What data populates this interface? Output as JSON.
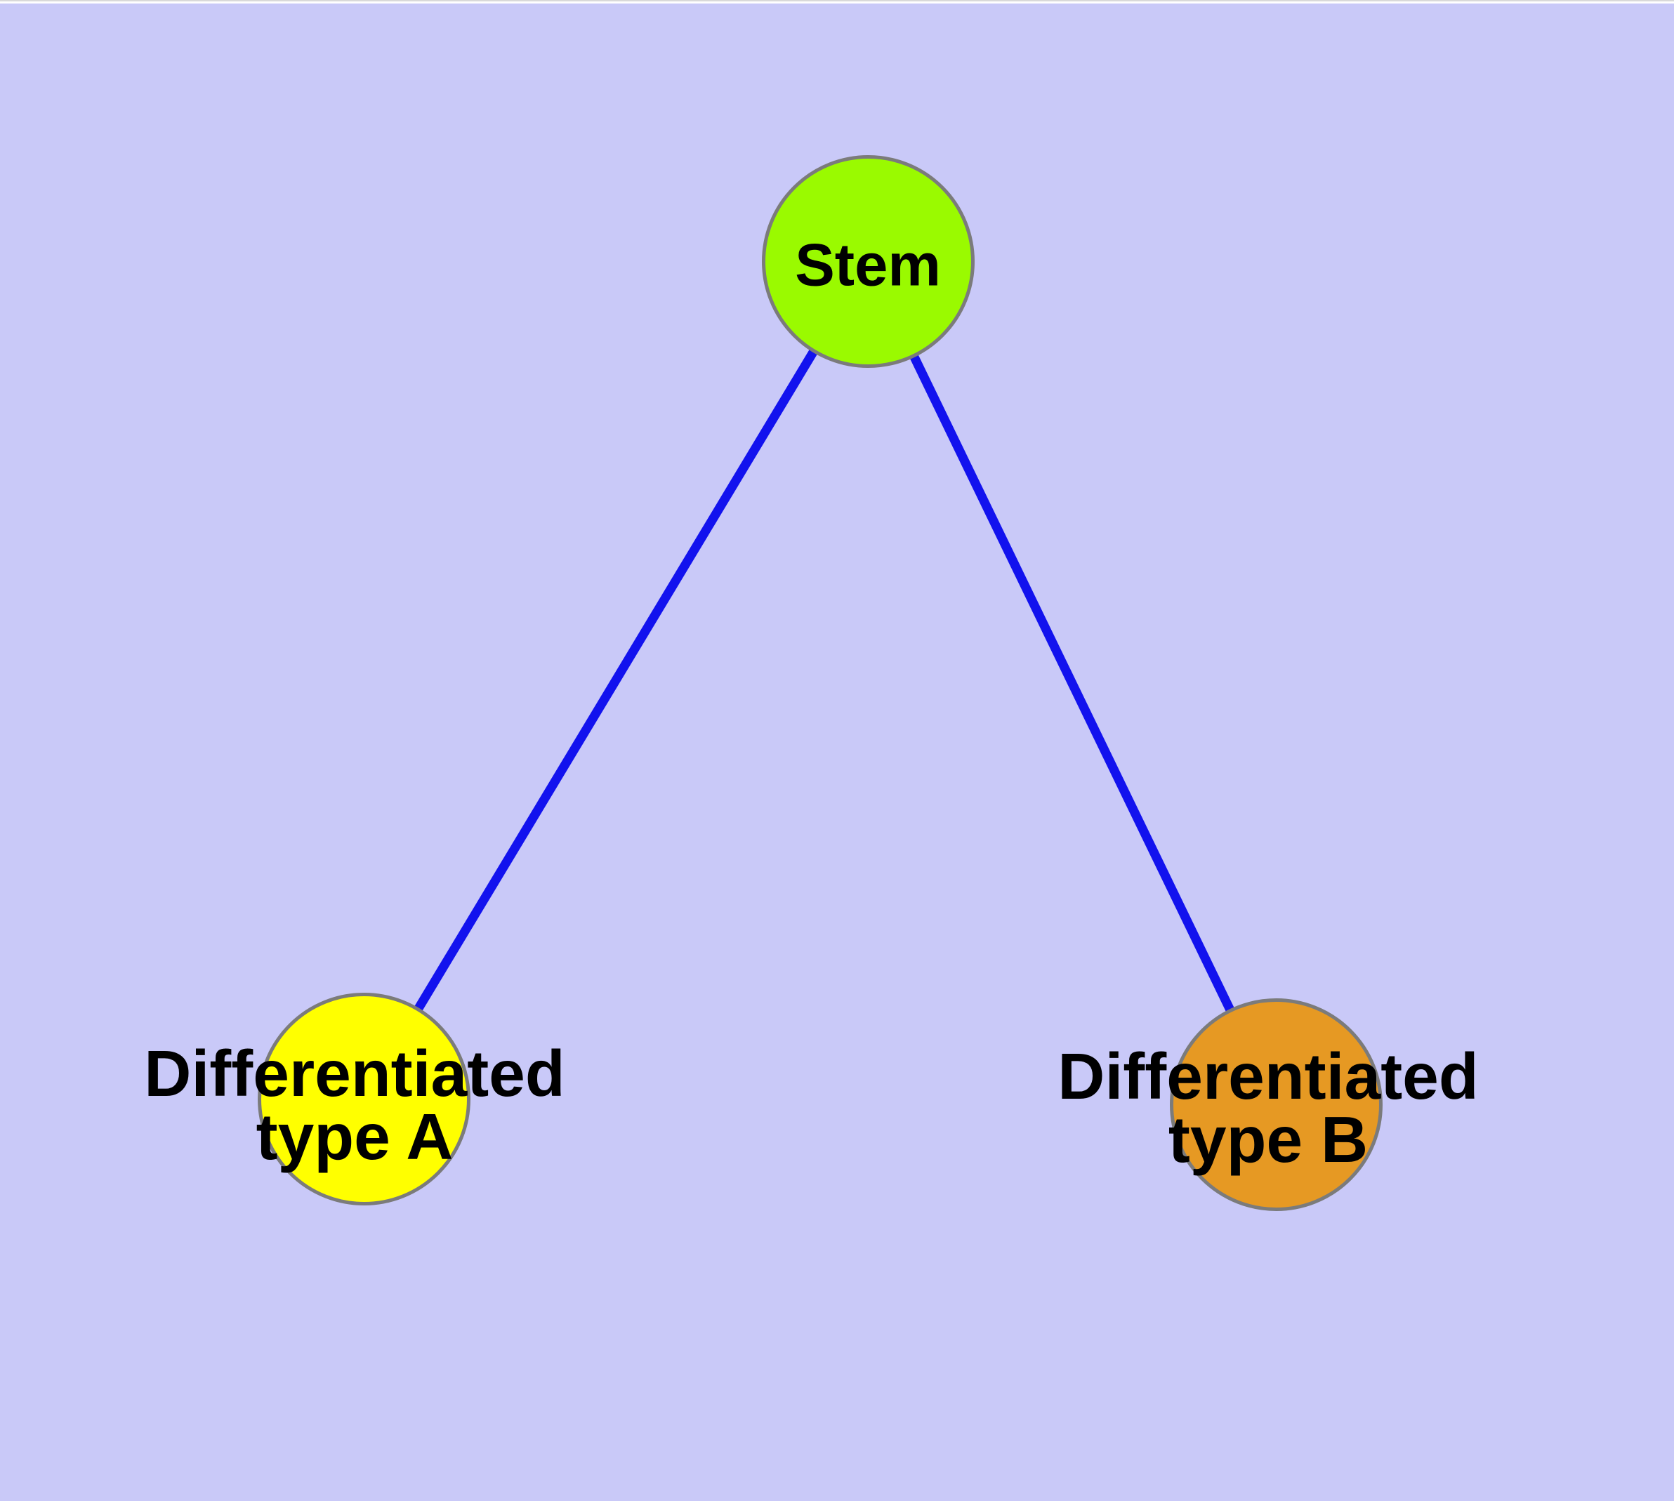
{
  "diagram": {
    "background_color": "#c9c9f8",
    "edge_color": "#1212ee",
    "node_border_color": "#7b7b7b",
    "text_color": "#000000",
    "nodes": [
      {
        "id": "stem",
        "label": "Stem",
        "fill": "#9afa00"
      },
      {
        "id": "type-a",
        "line1": "Differentiated",
        "line2": "type A",
        "fill": "#ffff00"
      },
      {
        "id": "type-b",
        "line1": "Differentiated",
        "line2": "type B",
        "fill": "#e69923"
      }
    ],
    "edges": [
      {
        "from": "Stem",
        "to": "Differentiated type A"
      },
      {
        "from": "Stem",
        "to": "Differentiated type B"
      }
    ]
  }
}
